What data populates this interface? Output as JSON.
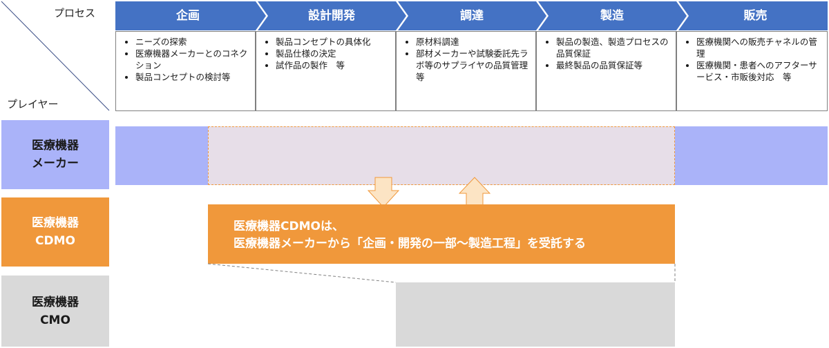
{
  "header": {
    "process_label": "プロセス",
    "player_label": "プレイヤー"
  },
  "phases": [
    {
      "label": "企画",
      "bullets": [
        "ニーズの探索",
        "医療機器メーカーとのコネクション",
        "製品コンセプトの検討等"
      ]
    },
    {
      "label": "設計開発",
      "bullets": [
        "製品コンセプトの具体化",
        "製品仕様の決定",
        "試作品の製作　等"
      ]
    },
    {
      "label": "調達",
      "bullets": [
        "原材料調達",
        "部材メーカーや試験委託先ラボ等のサプライヤの品質管理　等"
      ]
    },
    {
      "label": "製造",
      "bullets": [
        "製品の製造、製造プロセスの品質保証",
        "最終製品の品質保証等"
      ]
    },
    {
      "label": "販売",
      "bullets": [
        "医療機関への販売チャネルの管理",
        "医療機関・患者へのアフターサービス・市販後対応　等"
      ]
    }
  ],
  "players": [
    {
      "line1": "医療機器",
      "line2": "メーカー"
    },
    {
      "line1": "医療機器",
      "line2": "CDMO"
    },
    {
      "line1": "医療機器",
      "line2": "CMO"
    }
  ],
  "cdmo_message": {
    "line1": "医療機器CDMOは、",
    "line2": "医療機器メーカーから「企画・開発の一部～製造工程」を受託する"
  },
  "colors": {
    "phase_arrow": "#4472c4",
    "maker": "#aab3f9",
    "maker_outsourced": "#e7dee8",
    "dashed_border": "#f0983b",
    "cdmo": "#f0983b",
    "cmo": "#d9d9d9",
    "arrow_fill": "#fce4c4"
  }
}
